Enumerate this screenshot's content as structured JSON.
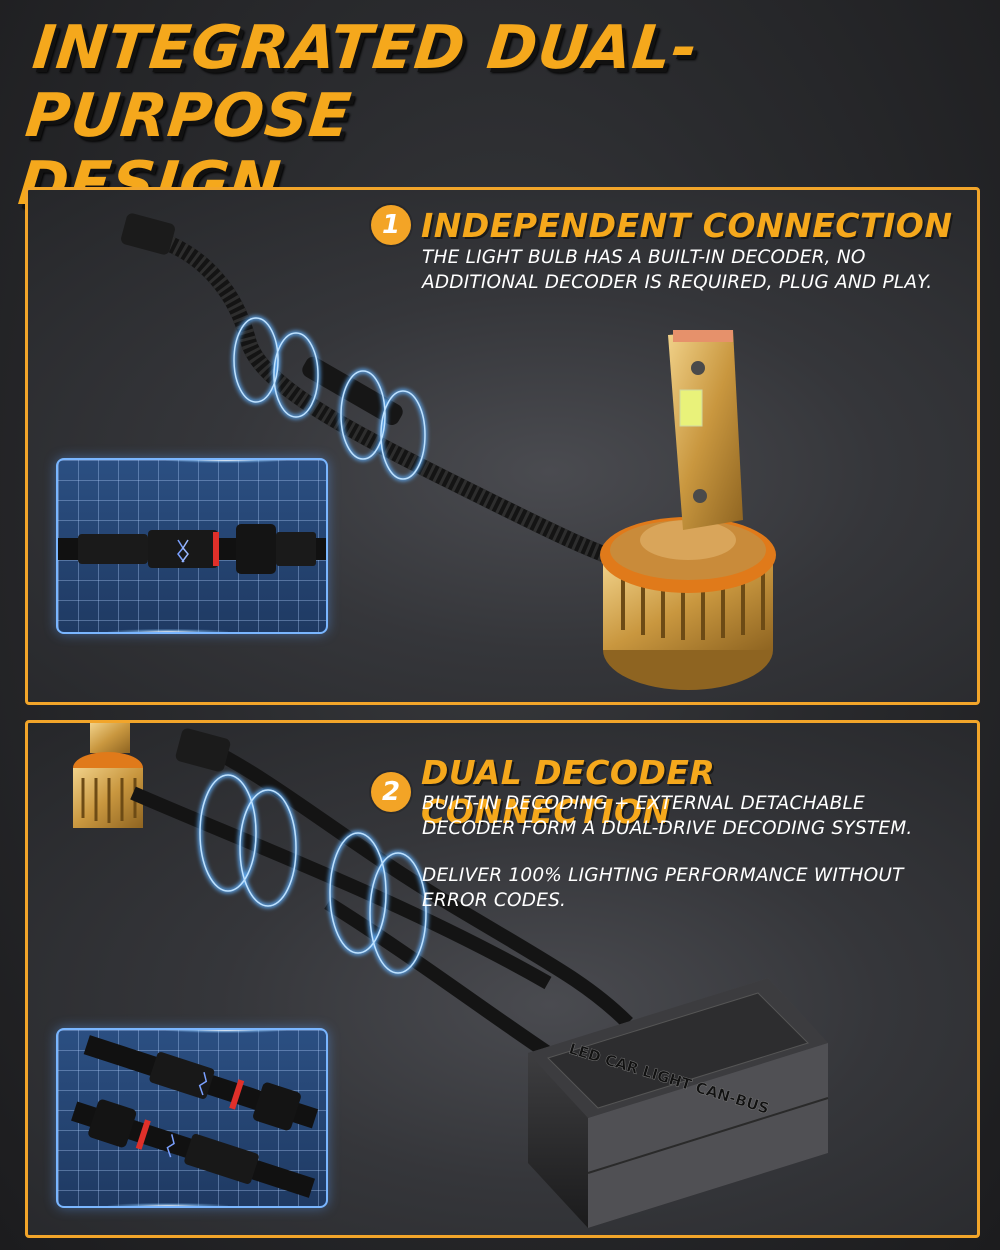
{
  "title": {
    "line1": "INTEGRATED DUAL-PURPOSE",
    "line2": "DESIGN"
  },
  "colors": {
    "accent": "#f5a81c",
    "panel_border": "#f2a52a",
    "badge": "#f3a426",
    "background": "#2a2b2e",
    "inset_grid": "#2c4e7e",
    "glow": "#4aa3ff"
  },
  "sections": [
    {
      "number": "1",
      "heading": "INDEPENDENT CONNECTION",
      "description": [
        "THE LIGHT BULB HAS A BUILT-IN DECODER, NO",
        "ADDITIONAL DECODER IS REQUIRED, PLUG AND PLAY."
      ],
      "illustration": "led-bulb-with-single-connector-cable",
      "inset": "connector-closeup"
    },
    {
      "number": "2",
      "heading": "DUAL DECODER CONNECTION",
      "description": [
        "BUILT-IN DECODING + EXTERNAL DETACHABLE",
        "DECODER FORM A DUAL-DRIVE DECODING SYSTEM."
      ],
      "description2": [
        "DELIVER 100% LIGHTING PERFORMANCE WITHOUT",
        "ERROR CODES."
      ],
      "illustration": "led-bulb-with-canbus-decoder-box",
      "decoder_label": "LED CAR LIGHT CAN-BUS",
      "inset": "dual-connector-closeup"
    }
  ]
}
